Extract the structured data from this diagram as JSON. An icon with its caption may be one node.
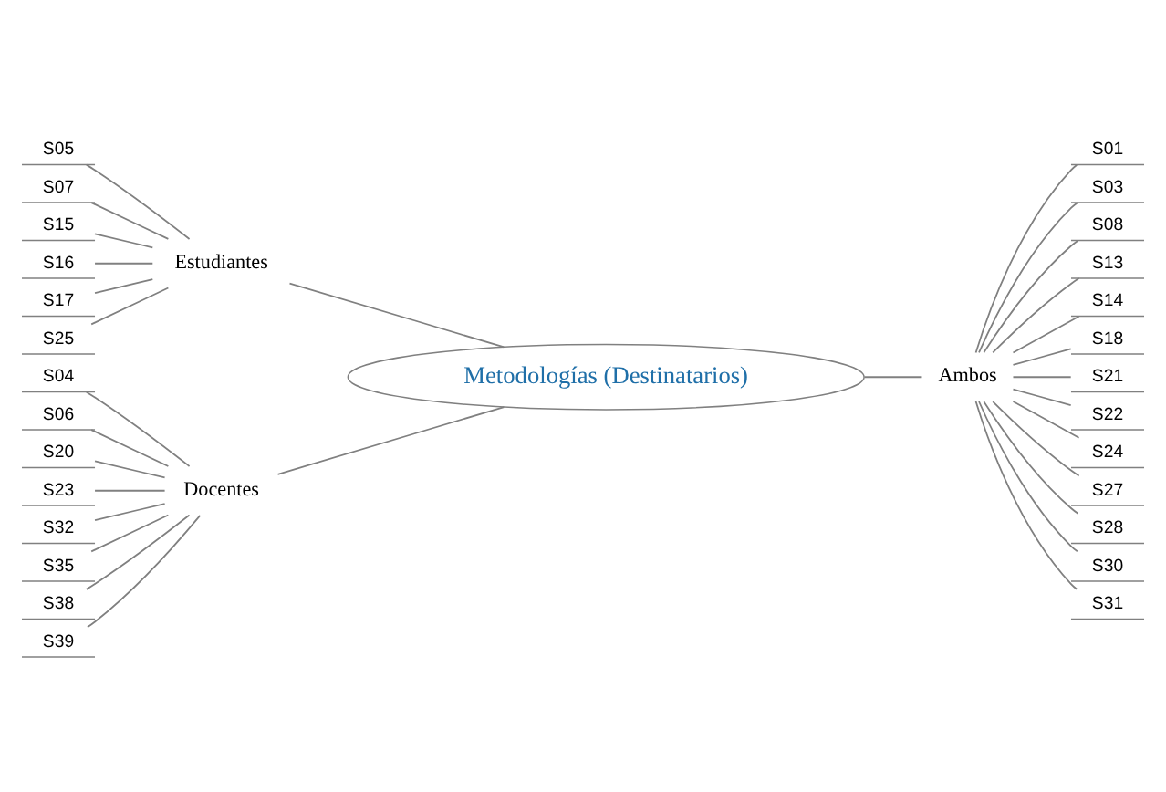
{
  "diagram": {
    "nodes": [
      {
        "text": [
          "Metodologías (Destinatarios)"
        ]
      },
      {
        "text": [
          "Estudiantes"
        ]
      },
      {
        "text": [
          "S05"
        ]
      },
      {
        "text": [
          "S07"
        ]
      },
      {
        "text": [
          "S15"
        ]
      },
      {
        "text": [
          "S16"
        ]
      },
      {
        "text": [
          "S17"
        ]
      },
      {
        "text": [
          "S25"
        ]
      },
      {
        "text": [
          "Docentes"
        ]
      },
      {
        "text": [
          "S04"
        ]
      },
      {
        "text": [
          "S06"
        ]
      },
      {
        "text": [
          "S20"
        ]
      },
      {
        "text": [
          "S23"
        ]
      },
      {
        "text": [
          "S32"
        ]
      },
      {
        "text": [
          "S35"
        ]
      },
      {
        "text": [
          "S38"
        ]
      },
      {
        "text": [
          "S39"
        ]
      },
      {
        "text": [
          "Ambos"
        ]
      },
      {
        "text": [
          "S01"
        ]
      },
      {
        "text": [
          "S03"
        ]
      },
      {
        "text": [
          "S08"
        ]
      },
      {
        "text": [
          "S13"
        ]
      },
      {
        "text": [
          "S14"
        ]
      },
      {
        "text": [
          "S18"
        ]
      },
      {
        "text": [
          "S21"
        ]
      },
      {
        "text": [
          "S22"
        ]
      },
      {
        "text": [
          "S24"
        ]
      },
      {
        "text": [
          "S27"
        ]
      },
      {
        "text": [
          "S28"
        ]
      },
      {
        "text": [
          "S30"
        ]
      },
      {
        "text": [
          "S31"
        ]
      }
    ],
    "edges": [
      {
        "from": 2,
        "to": 1,
        "arrow": "none"
      },
      {
        "from": 3,
        "to": 1,
        "arrow": "none"
      },
      {
        "from": 4,
        "to": 1,
        "arrow": "none"
      },
      {
        "from": 5,
        "to": 1,
        "arrow": "none"
      },
      {
        "from": 6,
        "to": 1,
        "arrow": "none"
      },
      {
        "from": 7,
        "to": 1,
        "arrow": "none"
      },
      {
        "from": 1,
        "to": 0,
        "arrow": "none"
      },
      {
        "from": 9,
        "to": 8,
        "arrow": "none"
      },
      {
        "from": 10,
        "to": 8,
        "arrow": "none"
      },
      {
        "from": 11,
        "to": 8,
        "arrow": "none"
      },
      {
        "from": 12,
        "to": 8,
        "arrow": "none"
      },
      {
        "from": 13,
        "to": 8,
        "arrow": "none"
      },
      {
        "from": 14,
        "to": 8,
        "arrow": "none"
      },
      {
        "from": 15,
        "to": 8,
        "arrow": "none"
      },
      {
        "from": 16,
        "to": 8,
        "arrow": "none"
      },
      {
        "from": 8,
        "to": 0,
        "arrow": "none"
      },
      {
        "from": 0,
        "to": 17,
        "arrow": "none"
      },
      {
        "from": 17,
        "to": 18,
        "arrow": "none"
      },
      {
        "from": 17,
        "to": 19,
        "arrow": "none"
      },
      {
        "from": 17,
        "to": 20,
        "arrow": "none"
      },
      {
        "from": 17,
        "to": 21,
        "arrow": "none"
      },
      {
        "from": 17,
        "to": 22,
        "arrow": "none"
      },
      {
        "from": 17,
        "to": 23,
        "arrow": "none"
      },
      {
        "from": 17,
        "to": 24,
        "arrow": "none"
      },
      {
        "from": 17,
        "to": 25,
        "arrow": "none"
      },
      {
        "from": 17,
        "to": 26,
        "arrow": "none"
      },
      {
        "from": 17,
        "to": 27,
        "arrow": "none"
      },
      {
        "from": 17,
        "to": 28,
        "arrow": "none"
      },
      {
        "from": 17,
        "to": 29,
        "arrow": "none"
      },
      {
        "from": 17,
        "to": 30,
        "arrow": "none"
      }
    ]
  }
}
